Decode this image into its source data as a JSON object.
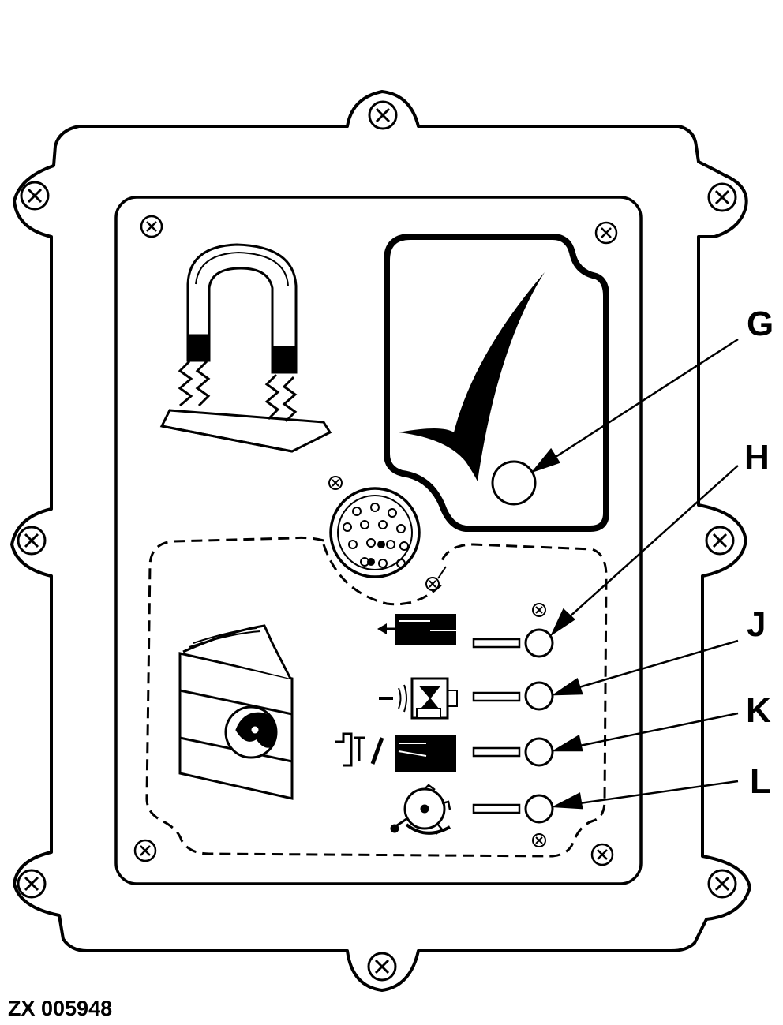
{
  "figure_id": "ZX 005948",
  "callouts": {
    "g": "G",
    "h": "H",
    "j": "J",
    "k": "K",
    "l": "L"
  },
  "colors": {
    "ink": "#000000",
    "paper": "#ffffff"
  }
}
